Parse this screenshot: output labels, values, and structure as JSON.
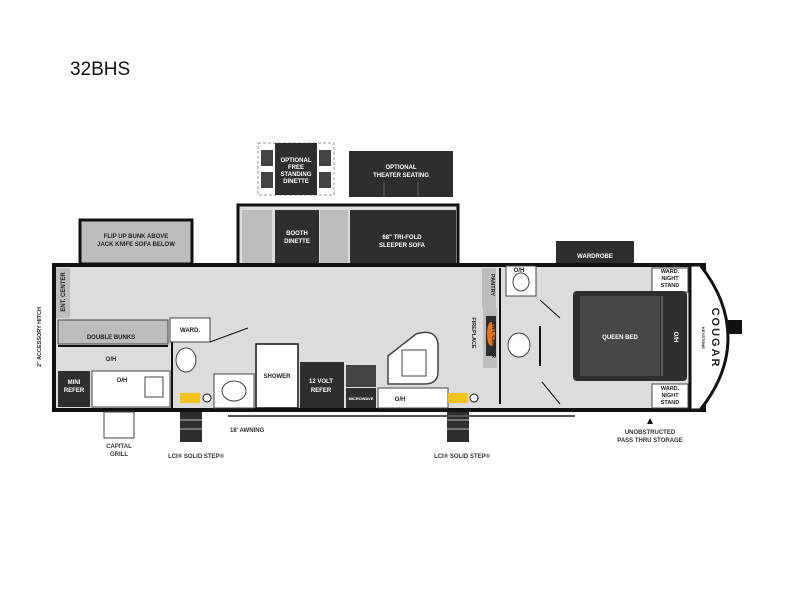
{
  "model": "32BHS",
  "brand": {
    "name": "COUGAR",
    "sub": "KEYSTONE"
  },
  "labels": {
    "optional_dinette": [
      "OPTIONAL",
      "FREE",
      "STANDING",
      "DINETTE"
    ],
    "optional_theater": [
      "OPTIONAL",
      "THEATER SEATING"
    ],
    "flip_bunk": [
      "FLIP UP BUNK ABOVE",
      "JACK KNIFE SOFA BELOW"
    ],
    "booth_dinette": [
      "BOOTH",
      "DINETTE"
    ],
    "sleeper_sofa": [
      "68\" TRI-FOLD",
      "SLEEPER SOFA"
    ],
    "wardrobe": "WARDROBE",
    "ward_nightstand_top": [
      "WARD.",
      "NIGHT",
      "STAND"
    ],
    "ward_nightstand_bottom": [
      "WARD.",
      "NIGHT",
      "STAND"
    ],
    "queen_bed": "QUEEN BED",
    "bed_oh": "O/H",
    "ent_center_left": "ENT. CENTER",
    "accessory_hitch": "2\" ACCESSORY HITCH",
    "double_bunks": "DOUBLE BUNKS",
    "bunk_oh": "O/H",
    "ward_left": "WARD.",
    "mini_refer": [
      "MINI",
      "REFER"
    ],
    "kitchen_oh_left": "O/H",
    "shower": "SHOWER",
    "refer_12v": [
      "12 VOLT",
      "REFER"
    ],
    "microwave": "MICROWAVE",
    "oh_center": "O/H",
    "oh_bath": "O/H",
    "pantry": "PANTRY",
    "ent_center_right": "ENT. CENTER",
    "fireplace": "FIREPLACE",
    "awning": "18' AWNING",
    "capital_grill": [
      "CAPITAL",
      "GRILL"
    ],
    "solid_step_left": "LCI® SOLID STEP®",
    "solid_step_right": "LCI® SOLID STEP®",
    "pass_thru": [
      "UNOBSTRUCTED",
      "PASS THRU STORAGE"
    ]
  },
  "colors": {
    "floor": "#dcdcdc",
    "furniture_dark": "#2e2e2e",
    "furniture_grey": "#bdbdbd",
    "wall": "#111111",
    "fireplace_glow": "#e8731e"
  }
}
